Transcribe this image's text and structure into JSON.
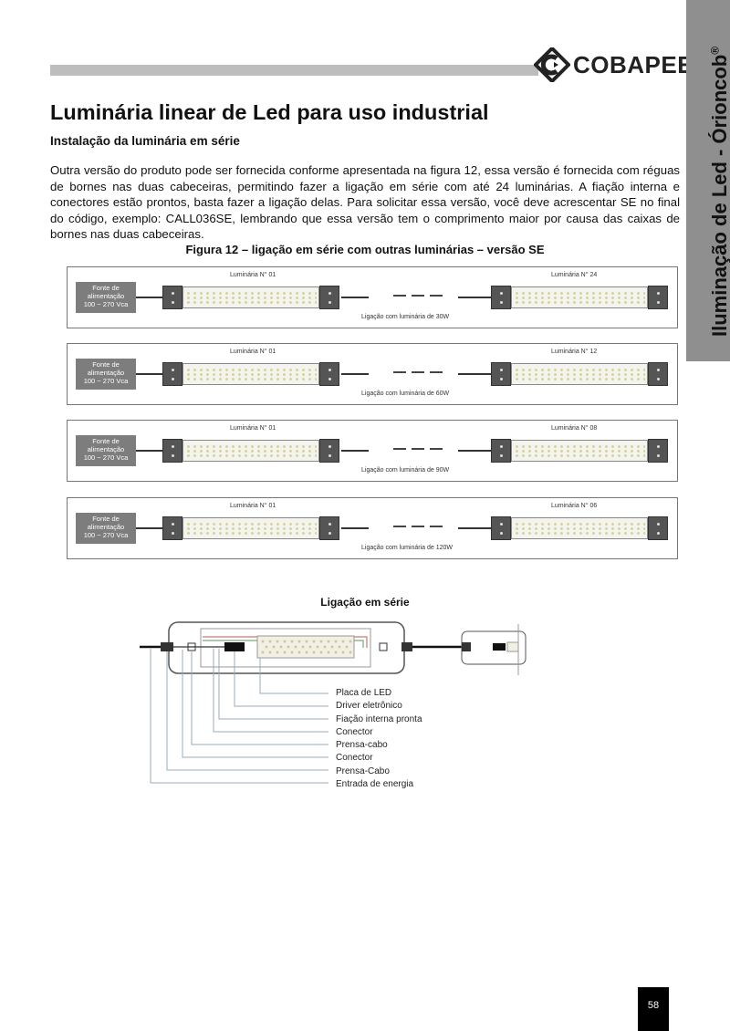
{
  "header": {
    "brand": "COBAPEE",
    "side_tab_title": "Iluminação de Led - Órioncob",
    "side_tab_mark": "®"
  },
  "content": {
    "title": "Luminária linear de Led para uso industrial",
    "subtitle": "Instalação da luminária em série",
    "paragraph": "Outra versão do produto pode ser fornecida conforme apresentada na figura 12, essa versão é fornecida com réguas de bornes nas duas cabeceiras, permitindo fazer a ligação em série com até 24 luminárias. A fiação interna e conectores estão prontos, basta fazer a ligação delas. Para solicitar essa versão, você deve acrescentar SE no final do código, exemplo: CALL036SE, lembrando que essa versão tem o comprimento maior por causa das caixas de bornes nas duas cabeceiras.",
    "figure_caption": "Figura 12 – ligação em série com outras luminárias – versão SE"
  },
  "figure12": {
    "source_label_line1": "Fonte de",
    "source_label_line2": "alimentação",
    "source_label_line3": "100 ~ 270 Vca",
    "panels": [
      {
        "left_label": "Luminária N° 01",
        "right_label": "Luminária N° 24",
        "connection": "Ligação com luminária de 30W"
      },
      {
        "left_label": "Luminária N° 01",
        "right_label": "Luminária N° 12",
        "connection": "Ligação com luminária de 60W"
      },
      {
        "left_label": "Luminária N° 01",
        "right_label": "Luminária N° 08",
        "connection": "Ligação com luminária de 90W"
      },
      {
        "left_label": "Luminária N° 01",
        "right_label": "Luminária N° 06",
        "connection": "Ligação com luminária de 120W"
      }
    ]
  },
  "series_diagram": {
    "title": "Ligação em série",
    "legend": [
      "Placa de LED",
      "Driver eletrônico",
      "Fiação interna pronta",
      "Conector",
      "Prensa-cabo",
      "Conector",
      "Prensa-Cabo",
      "Entrada de energia"
    ]
  },
  "footer": {
    "page_number": "58"
  },
  "colors": {
    "bar_gray": "#bdbdbd",
    "side_tab_gray": "#8f8f8f",
    "page_number_bg": "#000000"
  }
}
